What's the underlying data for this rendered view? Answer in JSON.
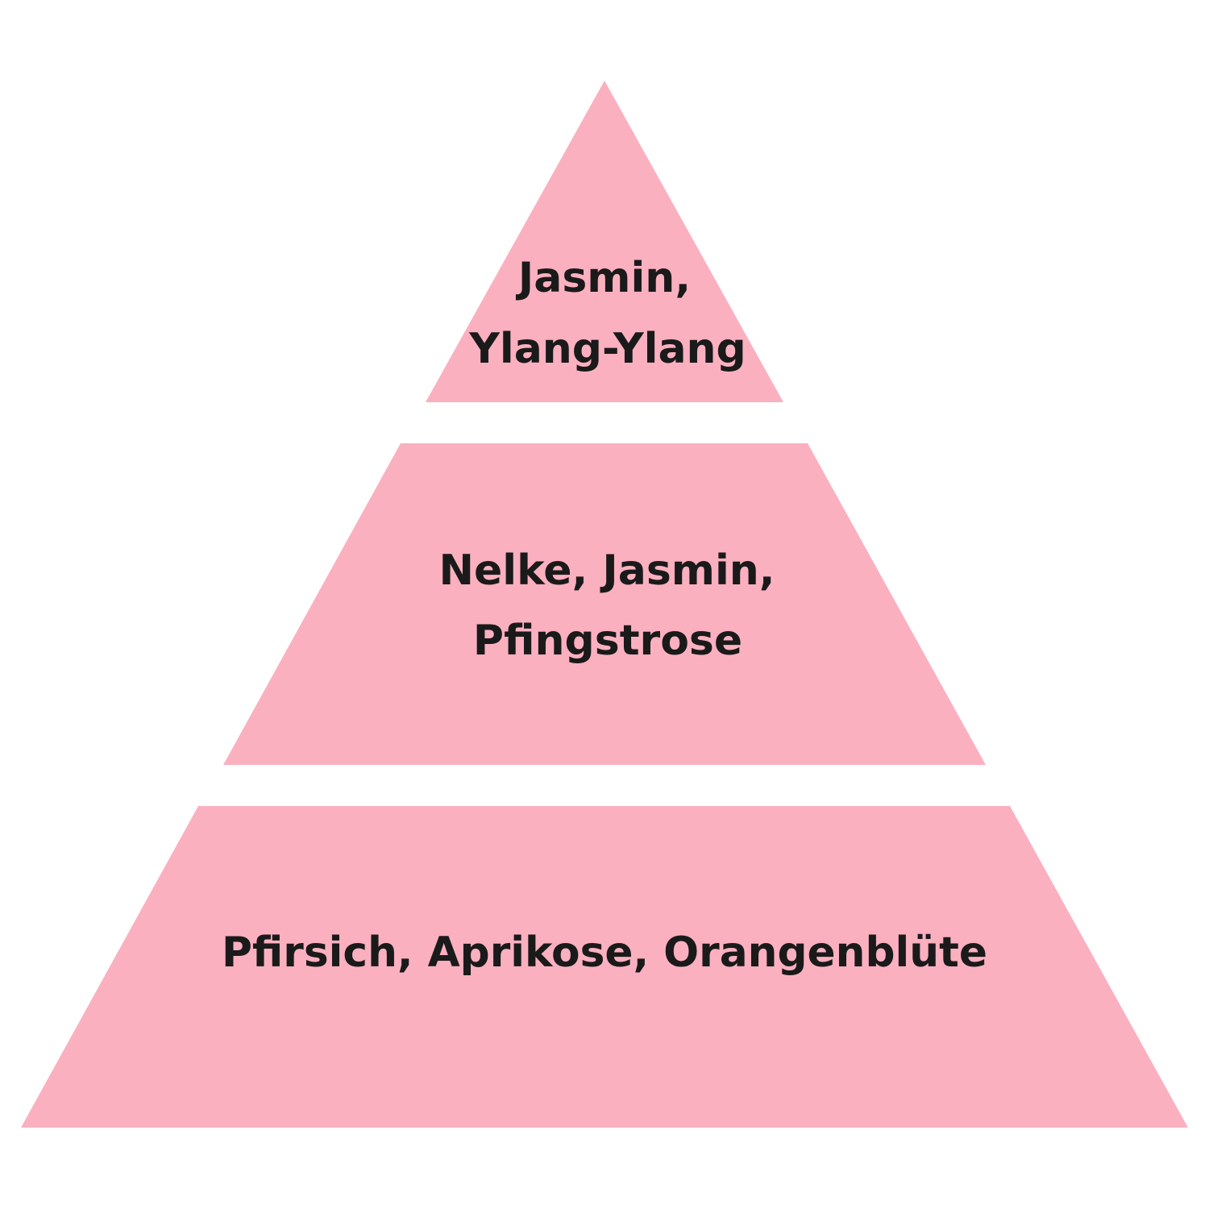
{
  "diagram": {
    "type": "pyramid",
    "fill_color": "#FBB0C0",
    "text_color": "#1a1a1a",
    "tiers": [
      {
        "id": "top",
        "lines": [
          "Jasmin,",
          "Ylang-Ylang"
        ]
      },
      {
        "id": "middle",
        "lines": [
          "Nelke, Jasmin,",
          "Pfingstrose"
        ]
      },
      {
        "id": "bottom",
        "lines": [
          "Pfirsich, Aprikose, Orangenblüte"
        ]
      }
    ]
  }
}
